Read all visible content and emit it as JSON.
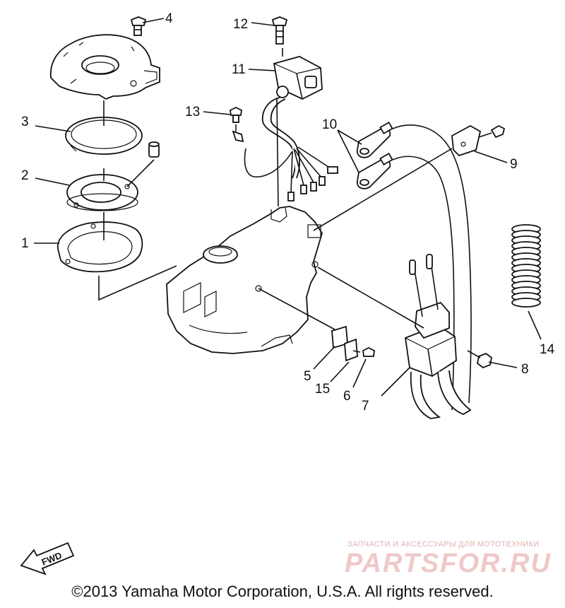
{
  "callouts": [
    {
      "id": "1",
      "label": "1"
    },
    {
      "id": "2",
      "label": "2"
    },
    {
      "id": "3",
      "label": "3"
    },
    {
      "id": "4",
      "label": "4"
    },
    {
      "id": "5",
      "label": "5"
    },
    {
      "id": "6",
      "label": "6"
    },
    {
      "id": "7",
      "label": "7"
    },
    {
      "id": "8",
      "label": "8"
    },
    {
      "id": "9",
      "label": "9"
    },
    {
      "id": "10",
      "label": "10"
    },
    {
      "id": "11",
      "label": "11"
    },
    {
      "id": "12",
      "label": "12"
    },
    {
      "id": "13",
      "label": "13"
    },
    {
      "id": "14",
      "label": "14"
    },
    {
      "id": "15",
      "label": "15"
    }
  ],
  "fwd_label": "FWD",
  "watermark": {
    "subtitle": "ЗАПЧАСТИ И АКСЕССУАРЫ ДЛЯ МОТОТЕХНИКИ",
    "logo": "PARTSFOR.RU"
  },
  "copyright": "©2013 Yamaha Motor Corporation, U.S.A. All rights reserved."
}
